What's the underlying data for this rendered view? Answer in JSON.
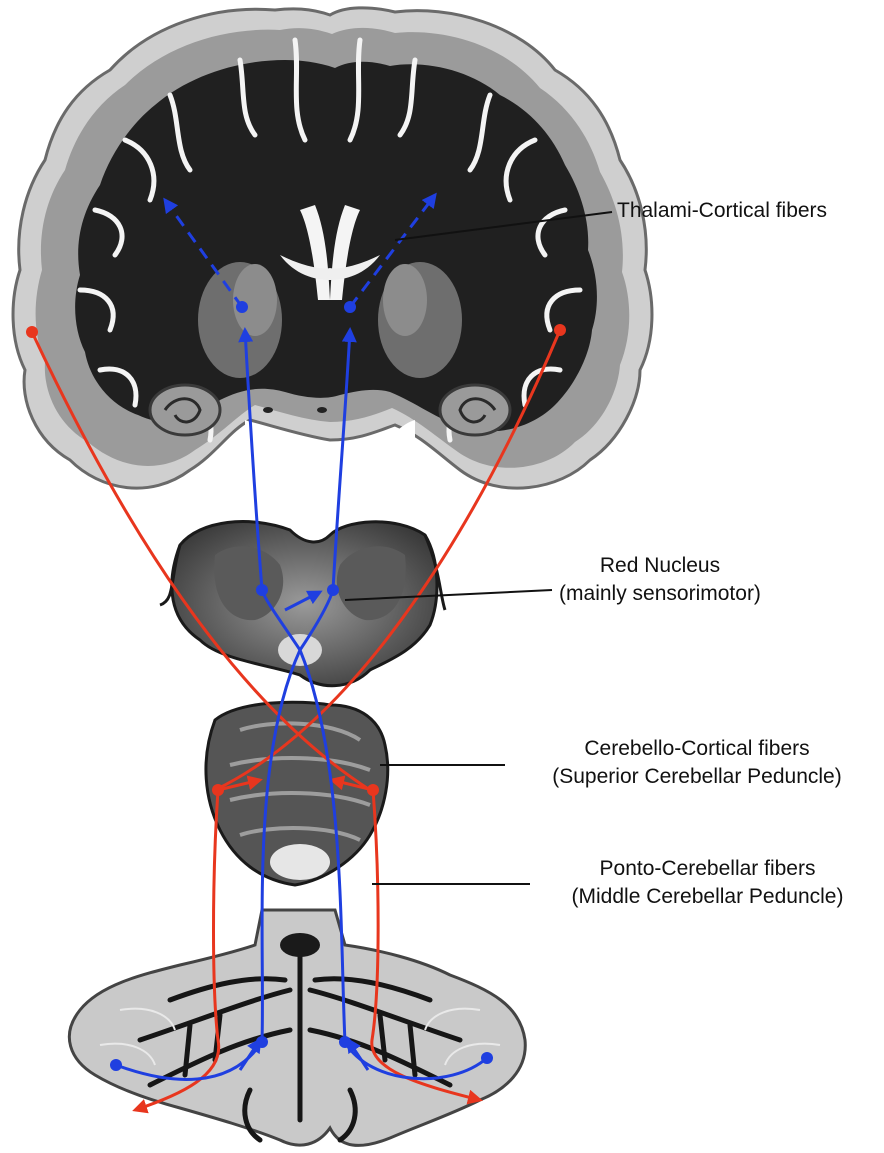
{
  "labels": {
    "thalamo_cortical": "Thalami-Cortical fibers",
    "red_nucleus_line1": "Red Nucleus",
    "red_nucleus_line2": "(mainly sensorimotor)",
    "cerebello_cortical_line1": "Cerebello-Cortical fibers",
    "cerebello_cortical_line2": "(Superior Cerebellar Peduncle)",
    "ponto_cerebellar_line1": "Ponto-Cerebellar fibers",
    "ponto_cerebellar_line2": "(Middle Cerebellar Peduncle)"
  },
  "colors": {
    "pathway_blue": "#1f3fe0",
    "pathway_red": "#e8361e",
    "tissue_dark": "#1c1c1c",
    "tissue_mid": "#8a8a8a",
    "tissue_light": "#d4d4d4",
    "pointer_line": "#111111"
  },
  "sections": [
    {
      "name": "coronal-cerebrum-section",
      "depiction": "coronal brain slice"
    },
    {
      "name": "midbrain-section",
      "depiction": "midbrain slice with red nucleus"
    },
    {
      "name": "pons-section",
      "depiction": "pons slice"
    },
    {
      "name": "cerebellum-section",
      "depiction": "cerebellum slice"
    }
  ]
}
